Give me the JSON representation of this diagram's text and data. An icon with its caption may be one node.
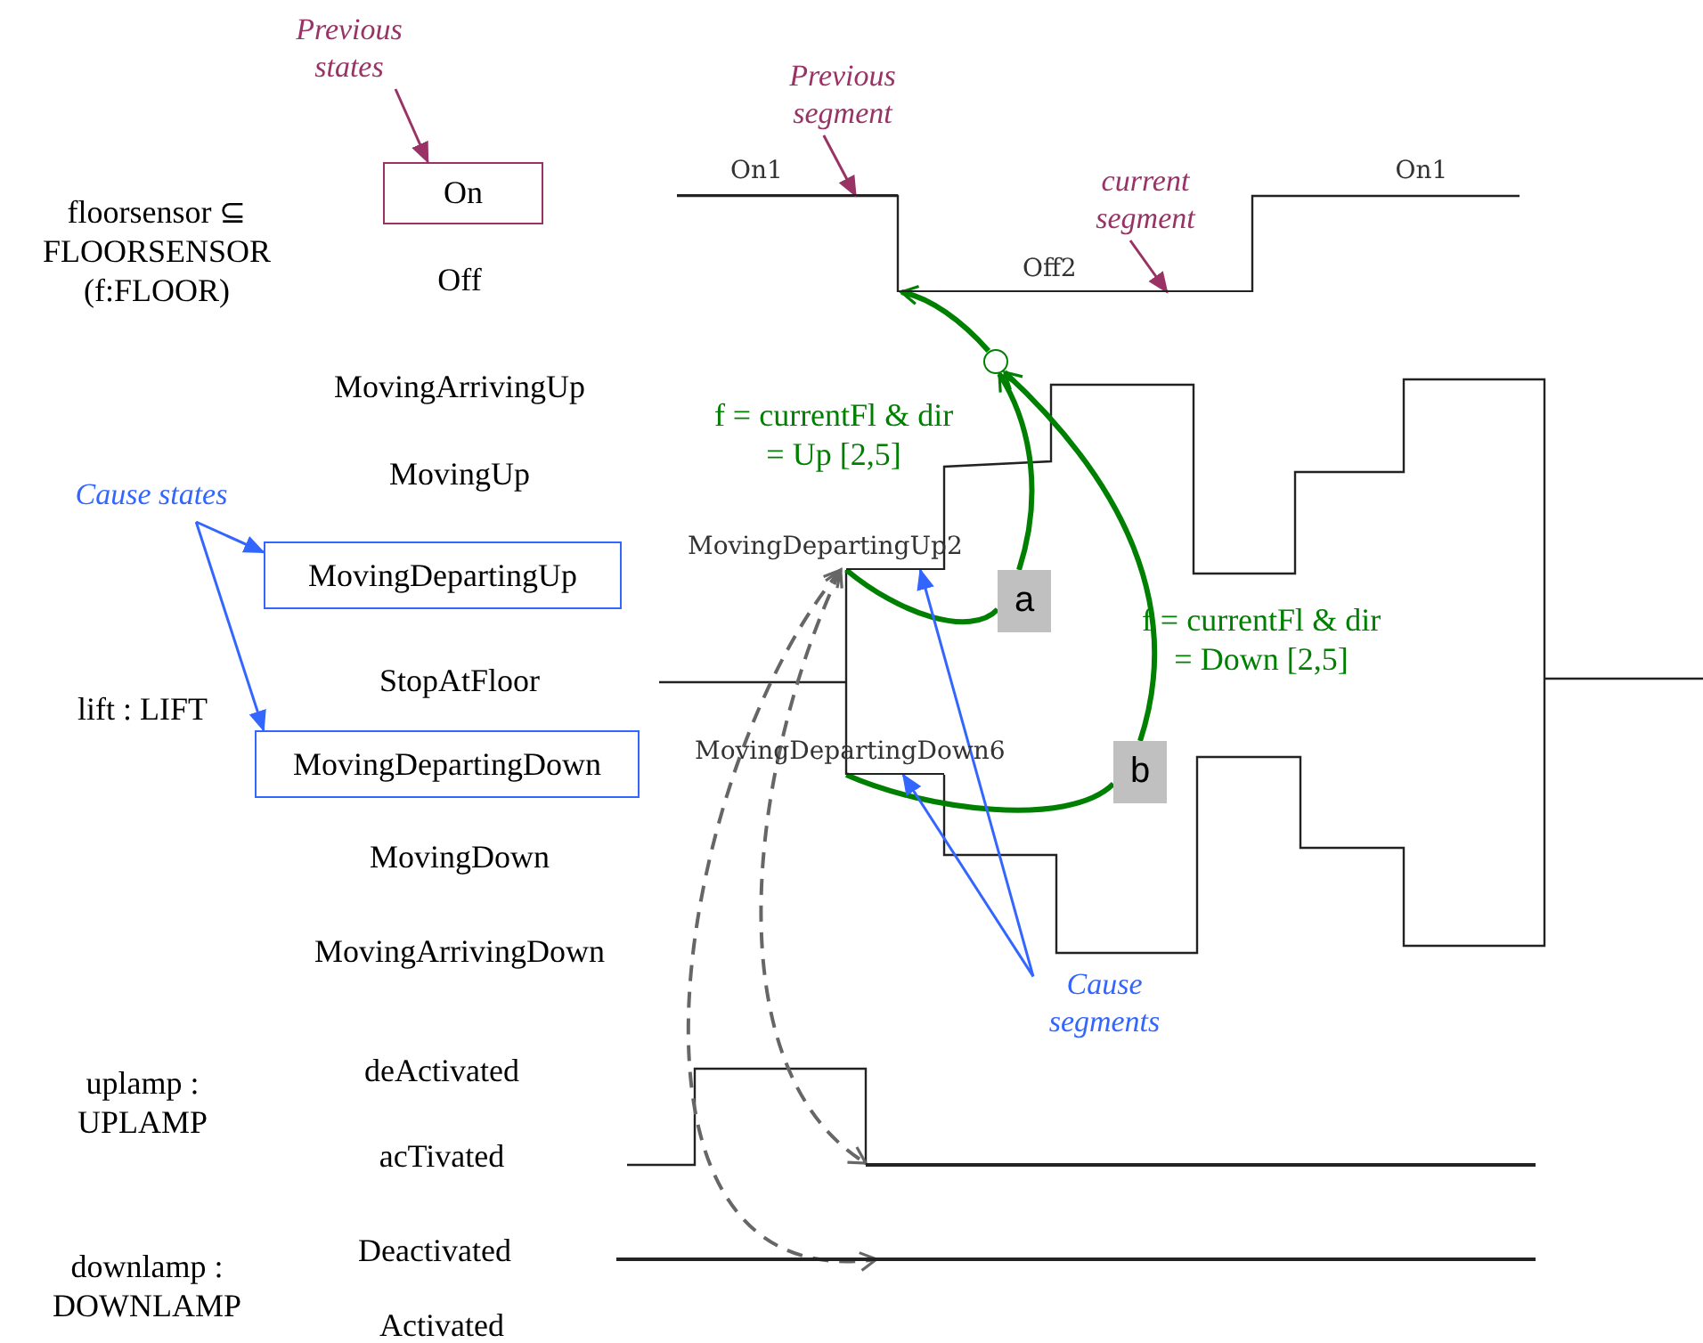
{
  "diagram": {
    "nodes": [
      {
        "text": [
          "Previous states"
        ]
      },
      {
        "text": [
          "Previous segment"
        ]
      },
      {
        "text": [
          "On"
        ]
      },
      {
        "text": [
          "On1"
        ]
      },
      {
        "text": [
          "current segment"
        ]
      },
      {
        "text": [
          "Off2"
        ]
      },
      {
        "text": [],
        "shape": "circle"
      },
      {
        "text": [
          "Cause states"
        ]
      },
      {
        "text": [
          "MovingDepartingUp"
        ]
      },
      {
        "text": [
          "MovingDepartingUp2"
        ]
      },
      {
        "text": [
          "a"
        ]
      },
      {
        "text": [
          "MovingDepartingDown"
        ]
      },
      {
        "text": [
          "MovingDepartingDown6"
        ]
      },
      {
        "text": [
          "b"
        ]
      },
      {
        "text": [
          "Cause segments"
        ]
      },
      {
        "text": [],
        "shape": "line"
      },
      {
        "text": [],
        "shape": "line"
      }
    ],
    "edges": [
      {
        "from": 0,
        "to": 2,
        "arrow": "to",
        "color": "#993366"
      },
      {
        "from": 1,
        "to": 3,
        "arrow": "to",
        "color": "#993366"
      },
      {
        "from": 4,
        "to": 5,
        "arrow": "to",
        "color": "#993366"
      },
      {
        "from": 9,
        "to": 10,
        "arrow": "none",
        "style": "thick",
        "color": "#008000"
      },
      {
        "from": 10,
        "to": 6,
        "arrow": "to",
        "style": "thick",
        "color": "#008000",
        "label": "f = currentFl & dir = Up [2,5]"
      },
      {
        "from": 12,
        "to": 13,
        "arrow": "none",
        "style": "thick",
        "color": "#008000"
      },
      {
        "from": 13,
        "to": 6,
        "arrow": "to",
        "style": "thick",
        "color": "#008000",
        "label": "f = currentFl & dir = Down [2,5]"
      },
      {
        "from": 6,
        "to": 5,
        "arrow": "to",
        "style": "thick",
        "color": "#008000"
      },
      {
        "from": 7,
        "to": 8,
        "arrow": "to",
        "color": "#3366ff"
      },
      {
        "from": 7,
        "to": 11,
        "arrow": "to",
        "color": "#3366ff"
      },
      {
        "from": 14,
        "to": 9,
        "arrow": "to",
        "color": "#3366ff"
      },
      {
        "from": 14,
        "to": 12,
        "arrow": "to",
        "color": "#3366ff"
      },
      {
        "from": 9,
        "to": 15,
        "arrow": "both",
        "style": "dashed",
        "color": "#666666"
      },
      {
        "from": 9,
        "to": 16,
        "arrow": "both",
        "style": "dashed",
        "color": "#666666"
      }
    ],
    "labels": [
      "floorsensor ⊆ FLOORSENSOR (f:FLOOR)",
      "Off",
      "On1",
      "MovingArrivingUp",
      "MovingUp",
      "lift : LIFT",
      "StopAtFloor",
      "MovingDown",
      "MovingArrivingDown",
      "uplamp : UPLAMP",
      "deActivated",
      "acTivated",
      "downlamp : DOWNLAMP",
      "Deactivated",
      "Activated"
    ]
  }
}
